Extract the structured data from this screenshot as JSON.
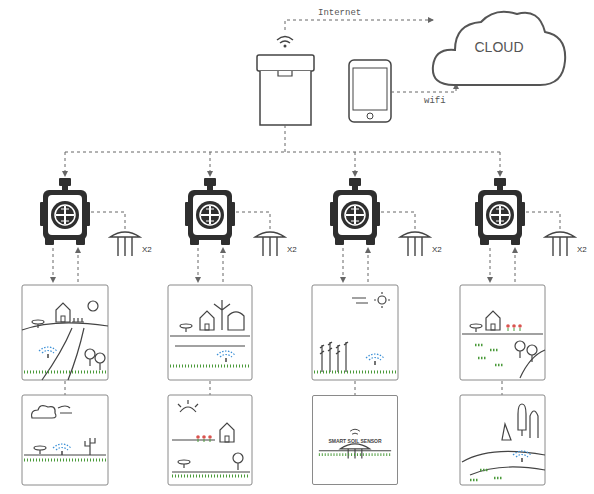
{
  "diagram": {
    "nodes": [
      {
        "text": [
          "CLOUD"
        ]
      },
      {
        "text": [
          "SMART SOIL SENSOR"
        ]
      }
    ],
    "labels": [
      "Internet",
      "wifi",
      "X2",
      "X2",
      "X2",
      "X2"
    ]
  }
}
